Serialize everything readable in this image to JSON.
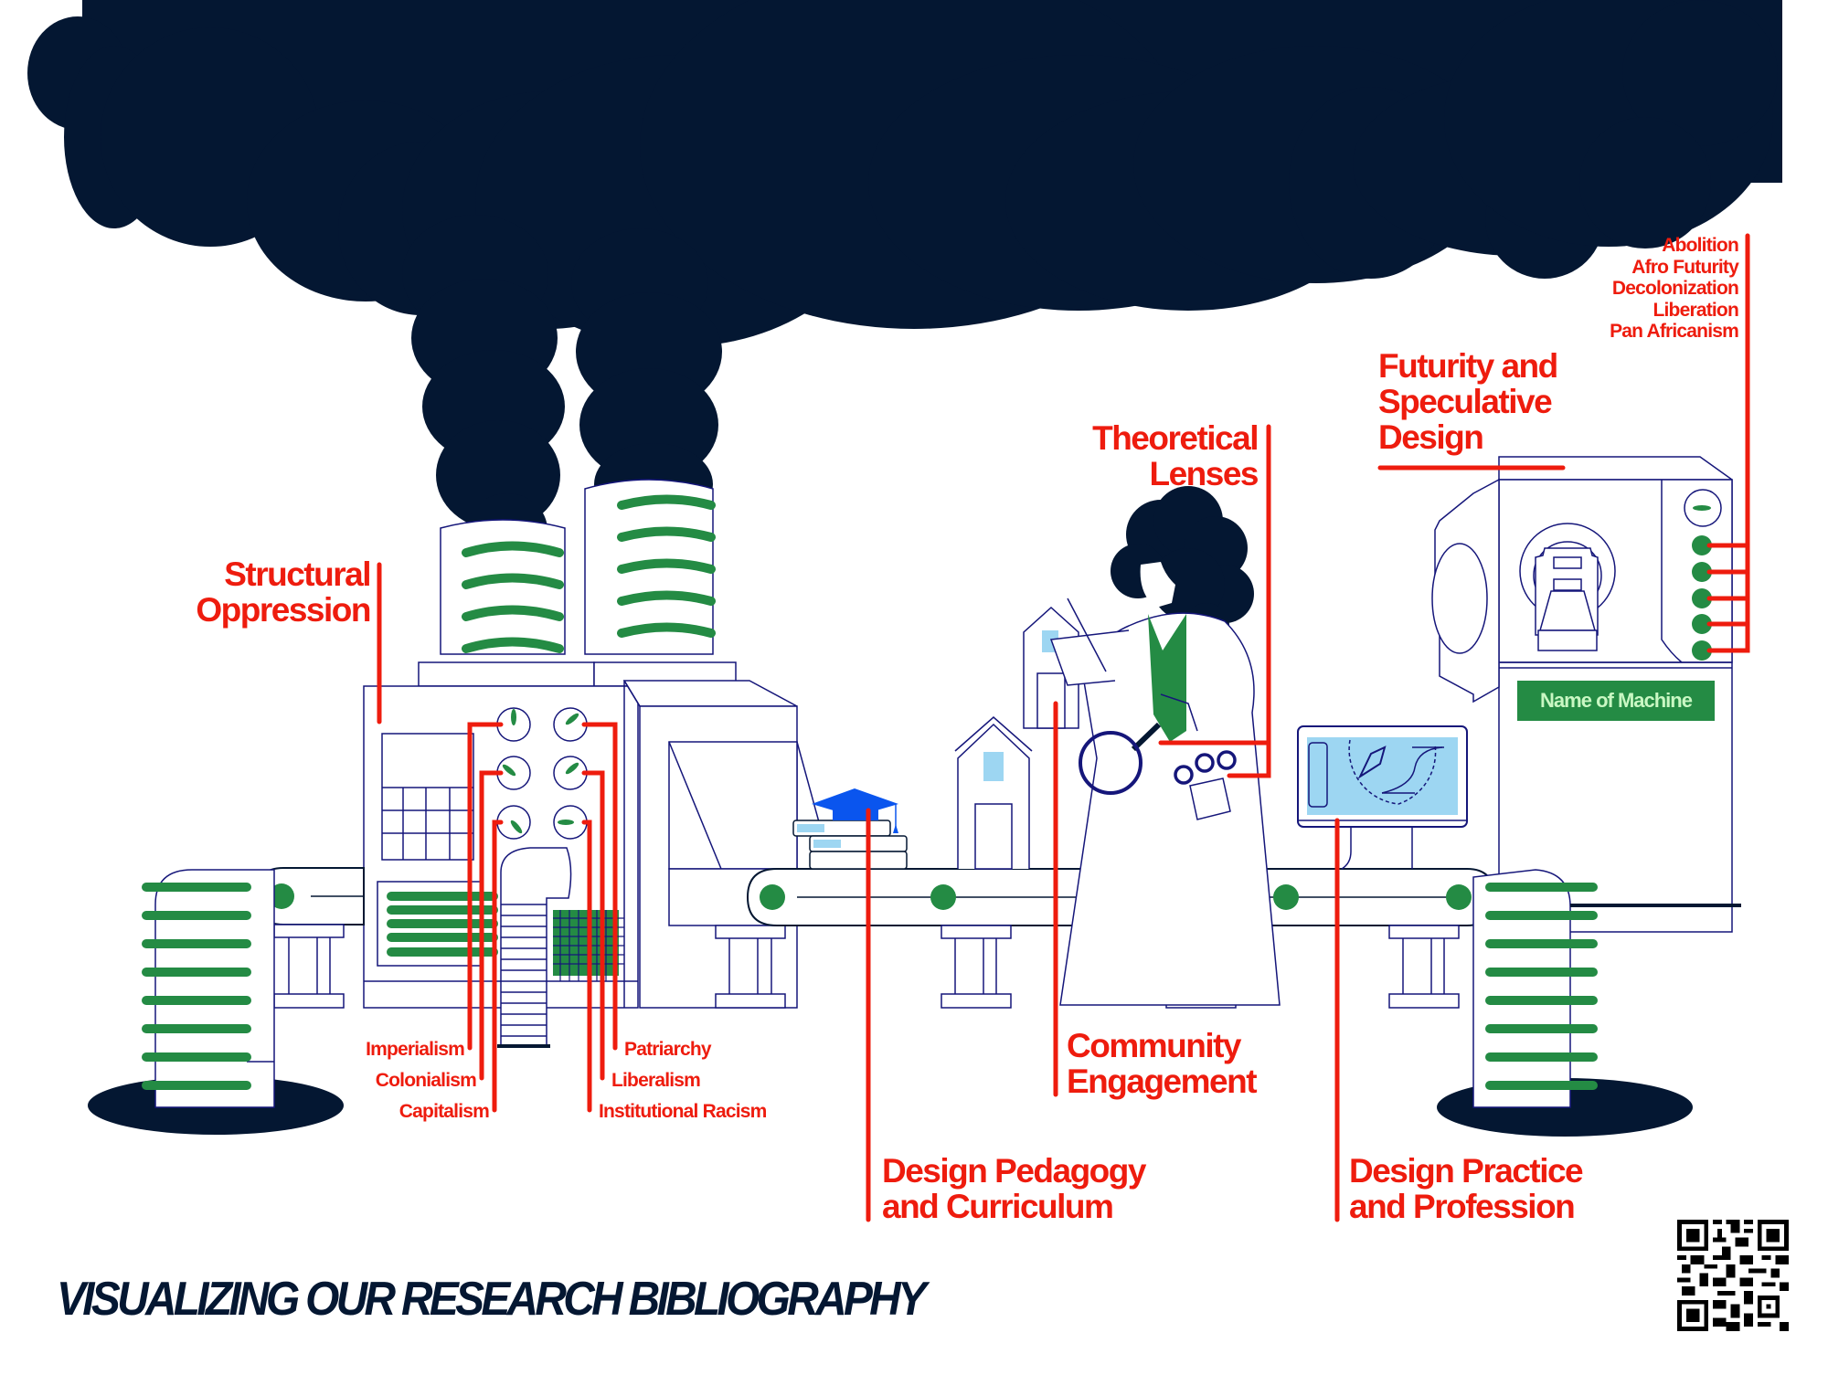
{
  "poster": {
    "title": "VISUALIZING OUR RESEARCH BIBLIOGRAPHY",
    "colors": {
      "smoke": "#041732",
      "outline": "#15167a",
      "label_red": "#ee1c0e",
      "accent_green": "#248b44",
      "light_blue": "#9dd6f2",
      "cap_blue": "#0a55ee",
      "machine_label_text": "#c9f7c3"
    }
  },
  "categories": {
    "structural_oppression": {
      "label_line1": "Structural",
      "label_line2": "Oppression",
      "dials_left": [
        "Imperialism",
        "Colonialism",
        "Capitalism"
      ],
      "dials_right": [
        "Patriarchy",
        "Liberalism",
        "Institutional Racism"
      ]
    },
    "theoretical_lenses": {
      "label_line1": "Theoretical",
      "label_line2": "Lenses"
    },
    "futurity": {
      "label_line1": "Futurity and",
      "label_line2": "Speculative",
      "label_line3": "Design",
      "dials": [
        "Abolition",
        "Afro Futurity",
        "Decolonization",
        "Liberation",
        "Pan Africanism"
      ]
    },
    "pedagogy": {
      "label_line1": "Design Pedagogy",
      "label_line2": "and Curriculum"
    },
    "community": {
      "label_line1": "Community",
      "label_line2": "Engagement"
    },
    "practice": {
      "label_line1": "Design Practice",
      "label_line2": "and Profession"
    }
  },
  "machine_label": "Name of Machine",
  "icons": {
    "qr": "qr-code-icon",
    "grad_cap": "graduation-cap-icon",
    "books": "books-icon",
    "houses": "house-icon",
    "magnifier": "magnifying-glass-icon",
    "monitor": "computer-monitor-icon",
    "pen_tool": "pen-tool-icon"
  }
}
